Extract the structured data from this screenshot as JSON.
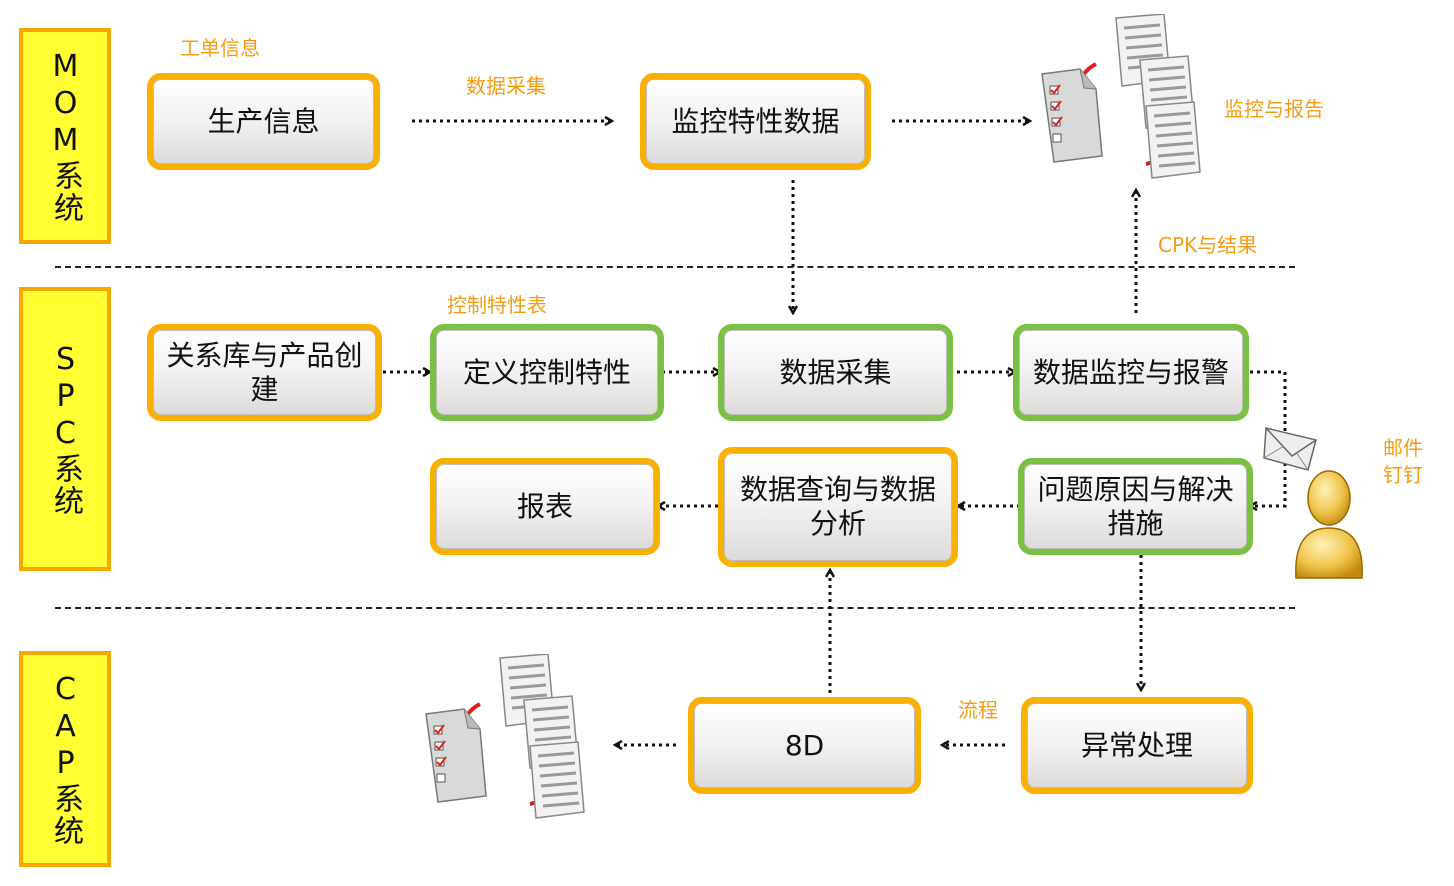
{
  "lanes": {
    "mom": "MOM系统",
    "spc": "SPC系统",
    "cap": "CAP系统"
  },
  "boxes": {
    "production_info": "生产信息",
    "monitor_data": "监控特性数据",
    "create_library": "关系库与产品创建",
    "define_char": "定义控制特性",
    "data_collect": "数据采集",
    "monitor_alarm": "数据监控与报警",
    "problem_solution": "问题原因与解决措施",
    "query_analysis": "数据查询与数据分析",
    "report": "报表",
    "eight_d": "8D",
    "exception": "异常处理"
  },
  "labels": {
    "work_order": "工单信息",
    "data_collect": "数据采集",
    "monitor_report": "监控与报告",
    "cpk_result": "CPK与结果",
    "control_table": "控制特性表",
    "mail_line1": "邮件",
    "mail_line2": "钉钉",
    "process": "流程"
  },
  "icons": [
    "checklist-document-icon",
    "report-pages-icon",
    "mail-envelope-icon",
    "user-person-icon"
  ],
  "colors": {
    "lane_fill": "#ffff33",
    "lane_border": "#f5a800",
    "box_orange": "#f9b000",
    "box_green": "#7ac143",
    "label_orange": "#f39c12"
  }
}
